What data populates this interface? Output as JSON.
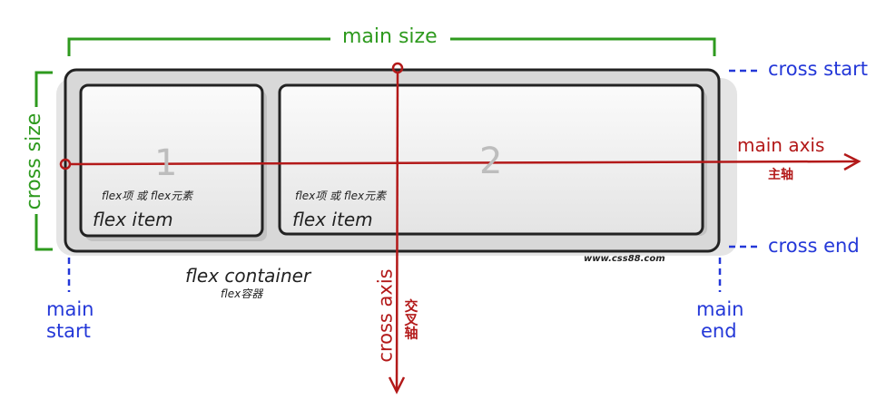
{
  "labels": {
    "main_size": "main size",
    "cross_size": "cross size",
    "cross_start": "cross start",
    "cross_end": "cross end",
    "main_start_1": "main",
    "main_start_2": "start",
    "main_end_1": "main",
    "main_end_2": "end",
    "main_axis": "main axis",
    "main_axis_cn": "主轴",
    "cross_axis": "cross axis",
    "cross_axis_cn": "交叉轴",
    "item1_number": "1",
    "item2_number": "2",
    "item_caption_cn": "flex项 或 flex元素",
    "item_caption": "flex item",
    "container_label": "flex container",
    "container_label_cn": "flex容器",
    "watermark": "www.css88.com"
  },
  "colors": {
    "main_size": "#2e9a1e",
    "cross_size": "#2e9a1e",
    "start_end": "#2438d8",
    "axes": "#b31919",
    "container_fill": "#d6d6d6",
    "item_fill": "#ececec",
    "outline": "#222222"
  }
}
